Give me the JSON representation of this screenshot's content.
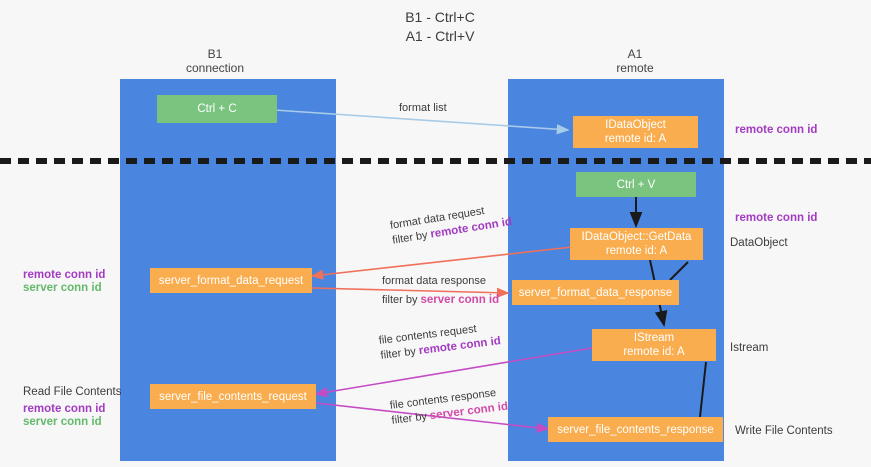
{
  "title": {
    "line1": "B1 - Ctrl+C",
    "line2": "A1 - Ctrl+V"
  },
  "lanes": [
    {
      "id": "b1",
      "name": "B1",
      "role": "connection",
      "color": "#4a86e0"
    },
    {
      "id": "a1",
      "name": "A1",
      "role": "remote",
      "color": "#4a86e0"
    }
  ],
  "nodes": {
    "ctrl_c": {
      "label": "Ctrl + C",
      "color": "#7ac47f"
    },
    "ctrl_v": {
      "label": "Ctrl + V",
      "color": "#7ac47f"
    },
    "idataobject": {
      "line1": "IDataObject",
      "line2": "remote id: A",
      "color": "#f9ad4e"
    },
    "getdata": {
      "line1": "IDataObject::GetData",
      "line2": "remote id: A",
      "color": "#f9ad4e"
    },
    "istream": {
      "line1": "IStream",
      "line2": "remote id: A",
      "color": "#f9ad4e"
    },
    "fmt_req": {
      "label": "server_format_data_request",
      "color": "#f9ad4e"
    },
    "fmt_resp": {
      "label": "server_format_data_response",
      "color": "#f9ad4e"
    },
    "file_req": {
      "label": "server_file_contents_request",
      "color": "#f9ad4e"
    },
    "file_resp": {
      "label": "server_file_contents_response",
      "color": "#f9ad4e"
    }
  },
  "edges": {
    "format_list": {
      "label": "format list"
    },
    "format_data_request": {
      "line1": "format data request",
      "filter_prefix": "filter by ",
      "filter_key": "remote conn id"
    },
    "format_data_response": {
      "line1": "format data response",
      "filter_prefix": "filter by ",
      "filter_key": "server conn id"
    },
    "file_contents_request": {
      "line1": "file contents request",
      "filter_prefix": "filter by ",
      "filter_key": "remote conn id"
    },
    "file_contents_response": {
      "line1": "file contents response",
      "filter_prefix": "filter by ",
      "filter_key": "server conn id"
    }
  },
  "annotations": {
    "right_top_conn": "remote conn id",
    "right_mid_conn": "remote conn id",
    "right_dataobject": "DataObject",
    "right_istream": "Istream",
    "right_write": "Write File Contents",
    "left_read": "Read File Contents",
    "left_mid_remote": "remote conn id",
    "left_mid_server": "server conn id",
    "left_bot_remote": "remote conn id",
    "left_bot_server": "server conn id"
  },
  "colors": {
    "lane": "#4a86e0",
    "orange": "#f9ad4e",
    "green_box": "#7ac47f",
    "purple": "#a33bc2",
    "green_text": "#63b96a",
    "pink": "#d14ba8",
    "arrow_blue": "#a8cbe8",
    "arrow_red": "#f0705a",
    "arrow_magenta": "#c44bc4",
    "arrow_dark": "#1a1a1a",
    "background": "#f7f7f7"
  }
}
